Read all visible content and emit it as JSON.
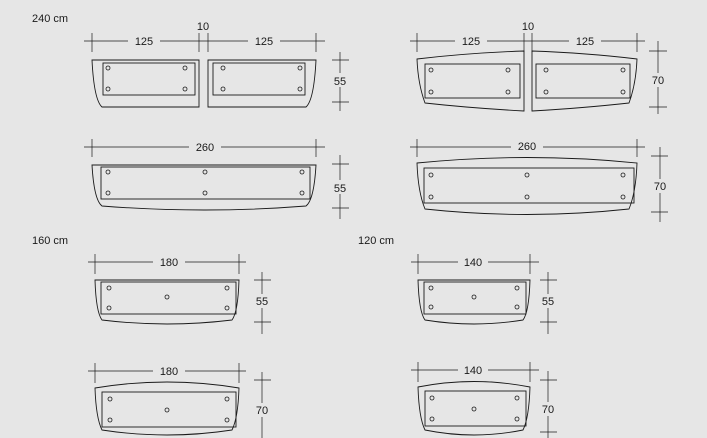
{
  "sections": [
    {
      "label": "240 cm"
    },
    {
      "label": "160 cm"
    },
    {
      "label": "120 cm"
    }
  ],
  "tables": [
    {
      "id": "240-rect-split",
      "widths": [
        "125",
        "10",
        "125"
      ],
      "depth": "55"
    },
    {
      "id": "240-boat-split",
      "widths": [
        "125",
        "10",
        "125"
      ],
      "depth": "70"
    },
    {
      "id": "240-rect",
      "widths": [
        "260"
      ],
      "depth": "55"
    },
    {
      "id": "240-boat",
      "widths": [
        "260"
      ],
      "depth": "70"
    },
    {
      "id": "160-rect",
      "widths": [
        "180"
      ],
      "depth": "55"
    },
    {
      "id": "160-boat",
      "widths": [
        "180"
      ],
      "depth": "70"
    },
    {
      "id": "120-rect",
      "widths": [
        "140"
      ],
      "depth": "55"
    },
    {
      "id": "120-boat",
      "widths": [
        "140"
      ],
      "depth": "70"
    }
  ]
}
